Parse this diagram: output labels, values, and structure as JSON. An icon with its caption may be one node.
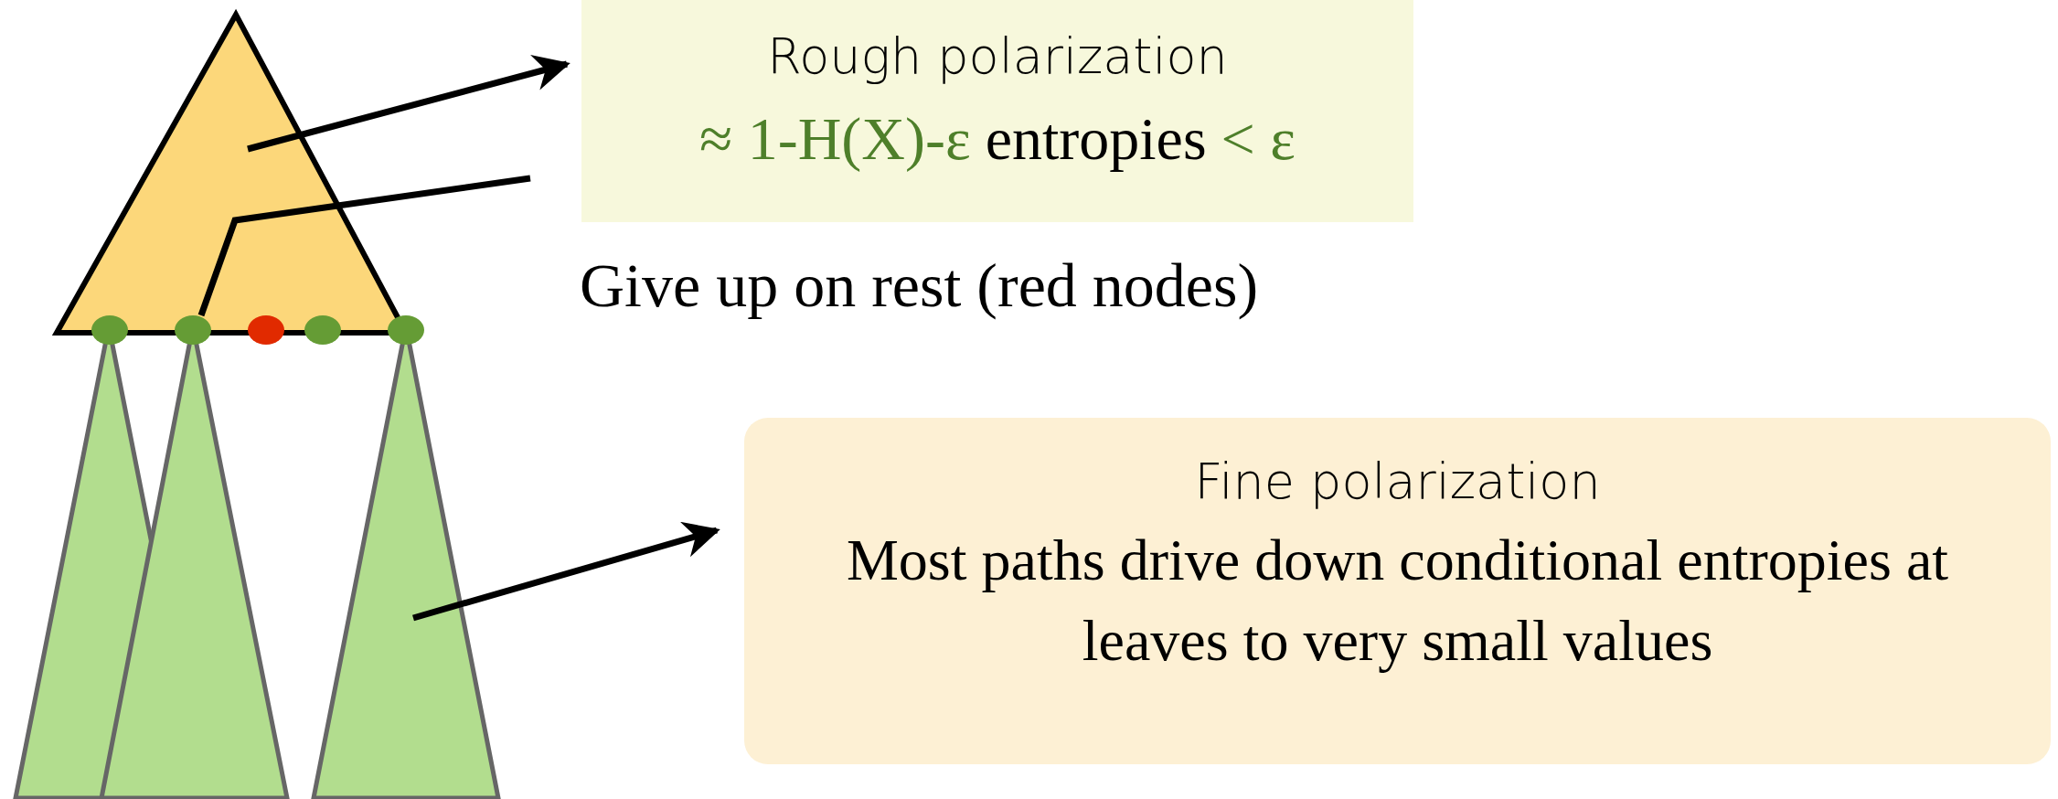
{
  "diagram": {
    "nodes": [
      {
        "text": [],
        "shape": "triangle"
      },
      {
        "text": [],
        "shape": "circle"
      },
      {
        "text": [],
        "shape": "circle"
      },
      {
        "text": [],
        "shape": "circle"
      },
      {
        "text": [],
        "shape": "circle"
      },
      {
        "text": [],
        "shape": "circle"
      },
      {
        "text": [],
        "shape": "triangle"
      },
      {
        "text": [],
        "shape": "triangle"
      },
      {
        "text": [],
        "shape": "triangle"
      },
      {
        "text": [
          "Rough polarization",
          "≈ 1-H(X)-ε",
          "entropies",
          "< ε"
        ]
      },
      {
        "text": [
          "Fine polarization",
          "Most paths drive down conditional entropies at leaves to very small values"
        ]
      }
    ],
    "edges": [
      {
        "from": 0,
        "to": 9,
        "arrow": "to"
      },
      {
        "from": 9,
        "to": 2,
        "arrow": "none"
      },
      {
        "from": 8,
        "to": 10,
        "arrow": "to"
      }
    ],
    "labels": [
      "Give up on rest (red nodes)"
    ]
  }
}
